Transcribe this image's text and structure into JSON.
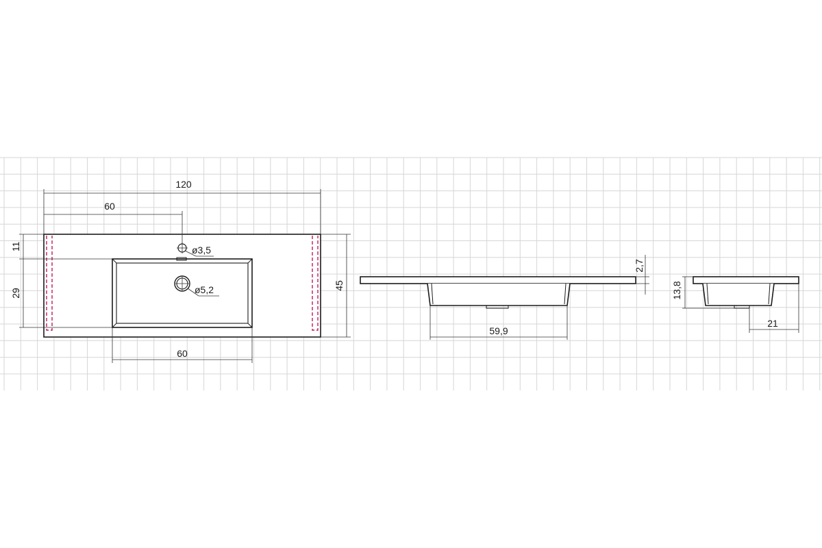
{
  "views": {
    "top": {
      "dims": {
        "total_width": "120",
        "tap_position": "60",
        "top_offset": "11",
        "basin_depth": "29",
        "total_depth": "45",
        "basin_width": "60"
      },
      "tap_hole": "ø3,5",
      "drain_hole": "ø5,2"
    },
    "front": {
      "dims": {
        "basin_width": "59,9",
        "slab_thickness": "2,7"
      }
    },
    "side": {
      "dims": {
        "bowl_height": "13,8",
        "bowl_offset": "21"
      }
    }
  },
  "colors": {
    "grid": "#d6d6d6",
    "outline": "#1a1a1a",
    "mounting_marks": "#c2185b"
  }
}
